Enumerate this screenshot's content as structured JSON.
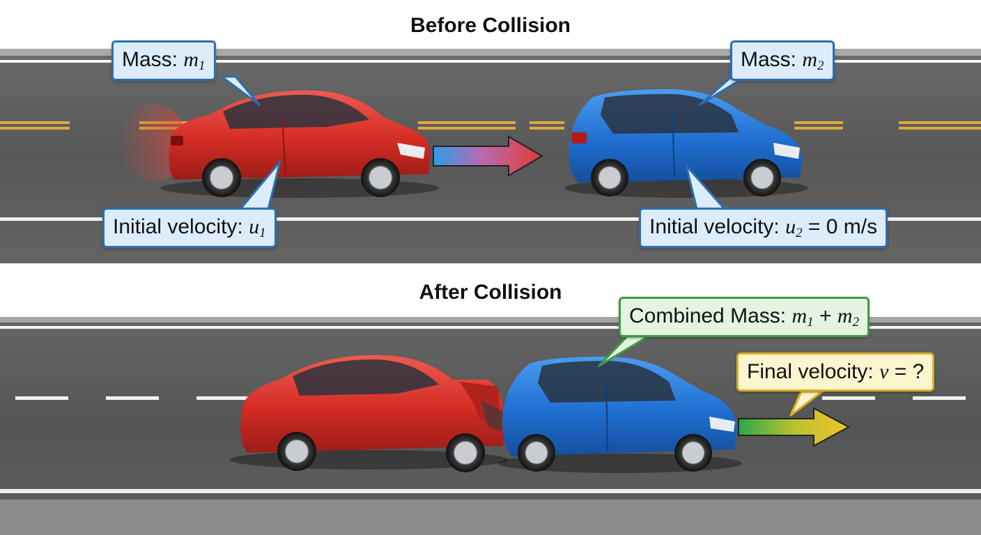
{
  "before": {
    "title": "Before Collision",
    "label_mass1": {
      "text": "Mass: ",
      "var": "m",
      "sub": "1"
    },
    "label_mass2": {
      "text": "Mass: ",
      "var": "m",
      "sub": "2"
    },
    "label_vel1": {
      "text": "Initial velocity: ",
      "var": "u",
      "sub": "1"
    },
    "label_vel2": {
      "text": "Initial velocity: ",
      "var": "u",
      "sub": "2",
      "suffix": " = 0 m/s"
    }
  },
  "after": {
    "title": "After Collision",
    "label_combined": {
      "text": "Combined Mass: ",
      "var1": "m",
      "sub1": "1",
      "plus": " + ",
      "var2": "m",
      "sub2": "2"
    },
    "label_final": {
      "text": "Final velocity: ",
      "var": "v",
      "suffix": " = ?"
    }
  },
  "colors": {
    "red_car": "#d42c25",
    "blue_car": "#1f6fd1",
    "road": "#5b5b5b",
    "lane_yellow": "#e0a93a",
    "arrow_red": "#e03a34",
    "arrow_yellow": "#f2c32a",
    "box_blue_border": "#2b6fb0",
    "box_green_border": "#3c9a45",
    "box_yellow_border": "#d9b124"
  }
}
